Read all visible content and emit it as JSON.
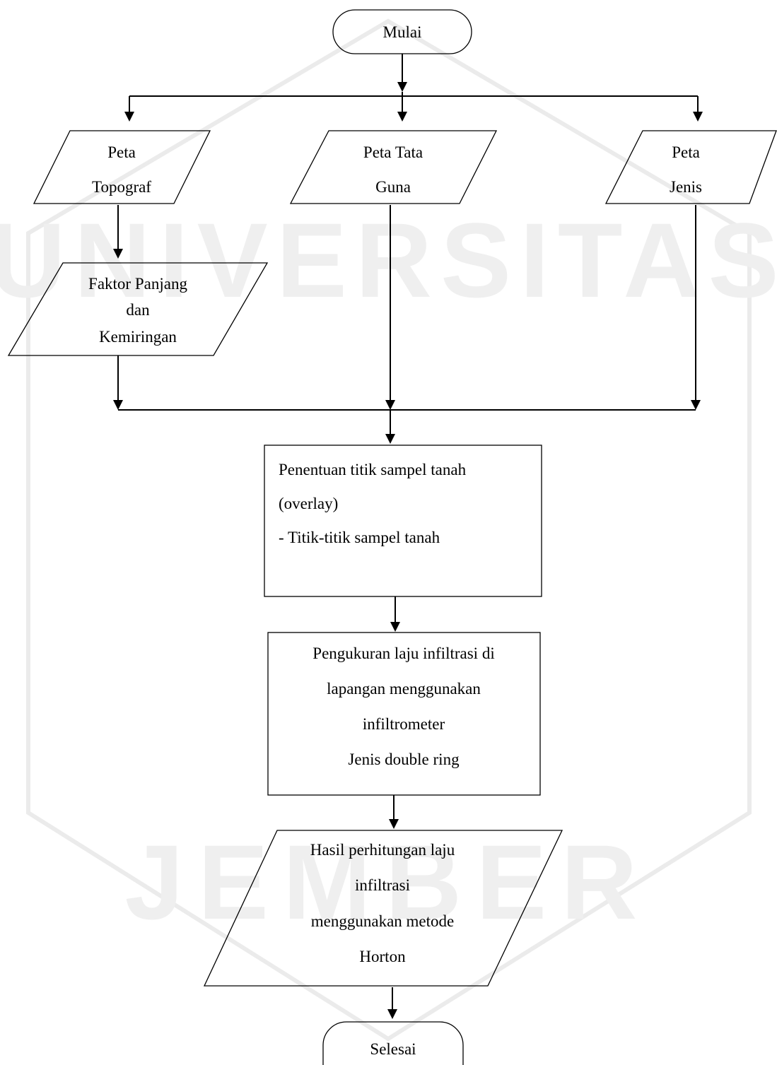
{
  "flowchart": {
    "start": "Mulai",
    "inputs": {
      "topografi": [
        "Peta",
        "Topograf"
      ],
      "tata_guna": [
        "Peta Tata",
        "Guna"
      ],
      "jenis": [
        "Peta",
        "Jenis"
      ]
    },
    "faktor": [
      "Faktor Panjang",
      "dan",
      "Kemiringan"
    ],
    "penentuan": [
      "Penentuan titik sampel tanah",
      "(overlay)",
      "- Titik-titik sampel tanah"
    ],
    "pengukuran": [
      "Pengukuran laju infiltrasi di",
      "lapangan menggunakan",
      "infiltrometer",
      "Jenis double ring"
    ],
    "hasil": [
      "Hasil perhitungan laju",
      "infiltrasi",
      "menggunakan metode",
      "Horton"
    ],
    "end": "Selesai"
  },
  "watermark": {
    "top_text": "UNIVERSITAS",
    "bottom_text": "JEMBER"
  }
}
